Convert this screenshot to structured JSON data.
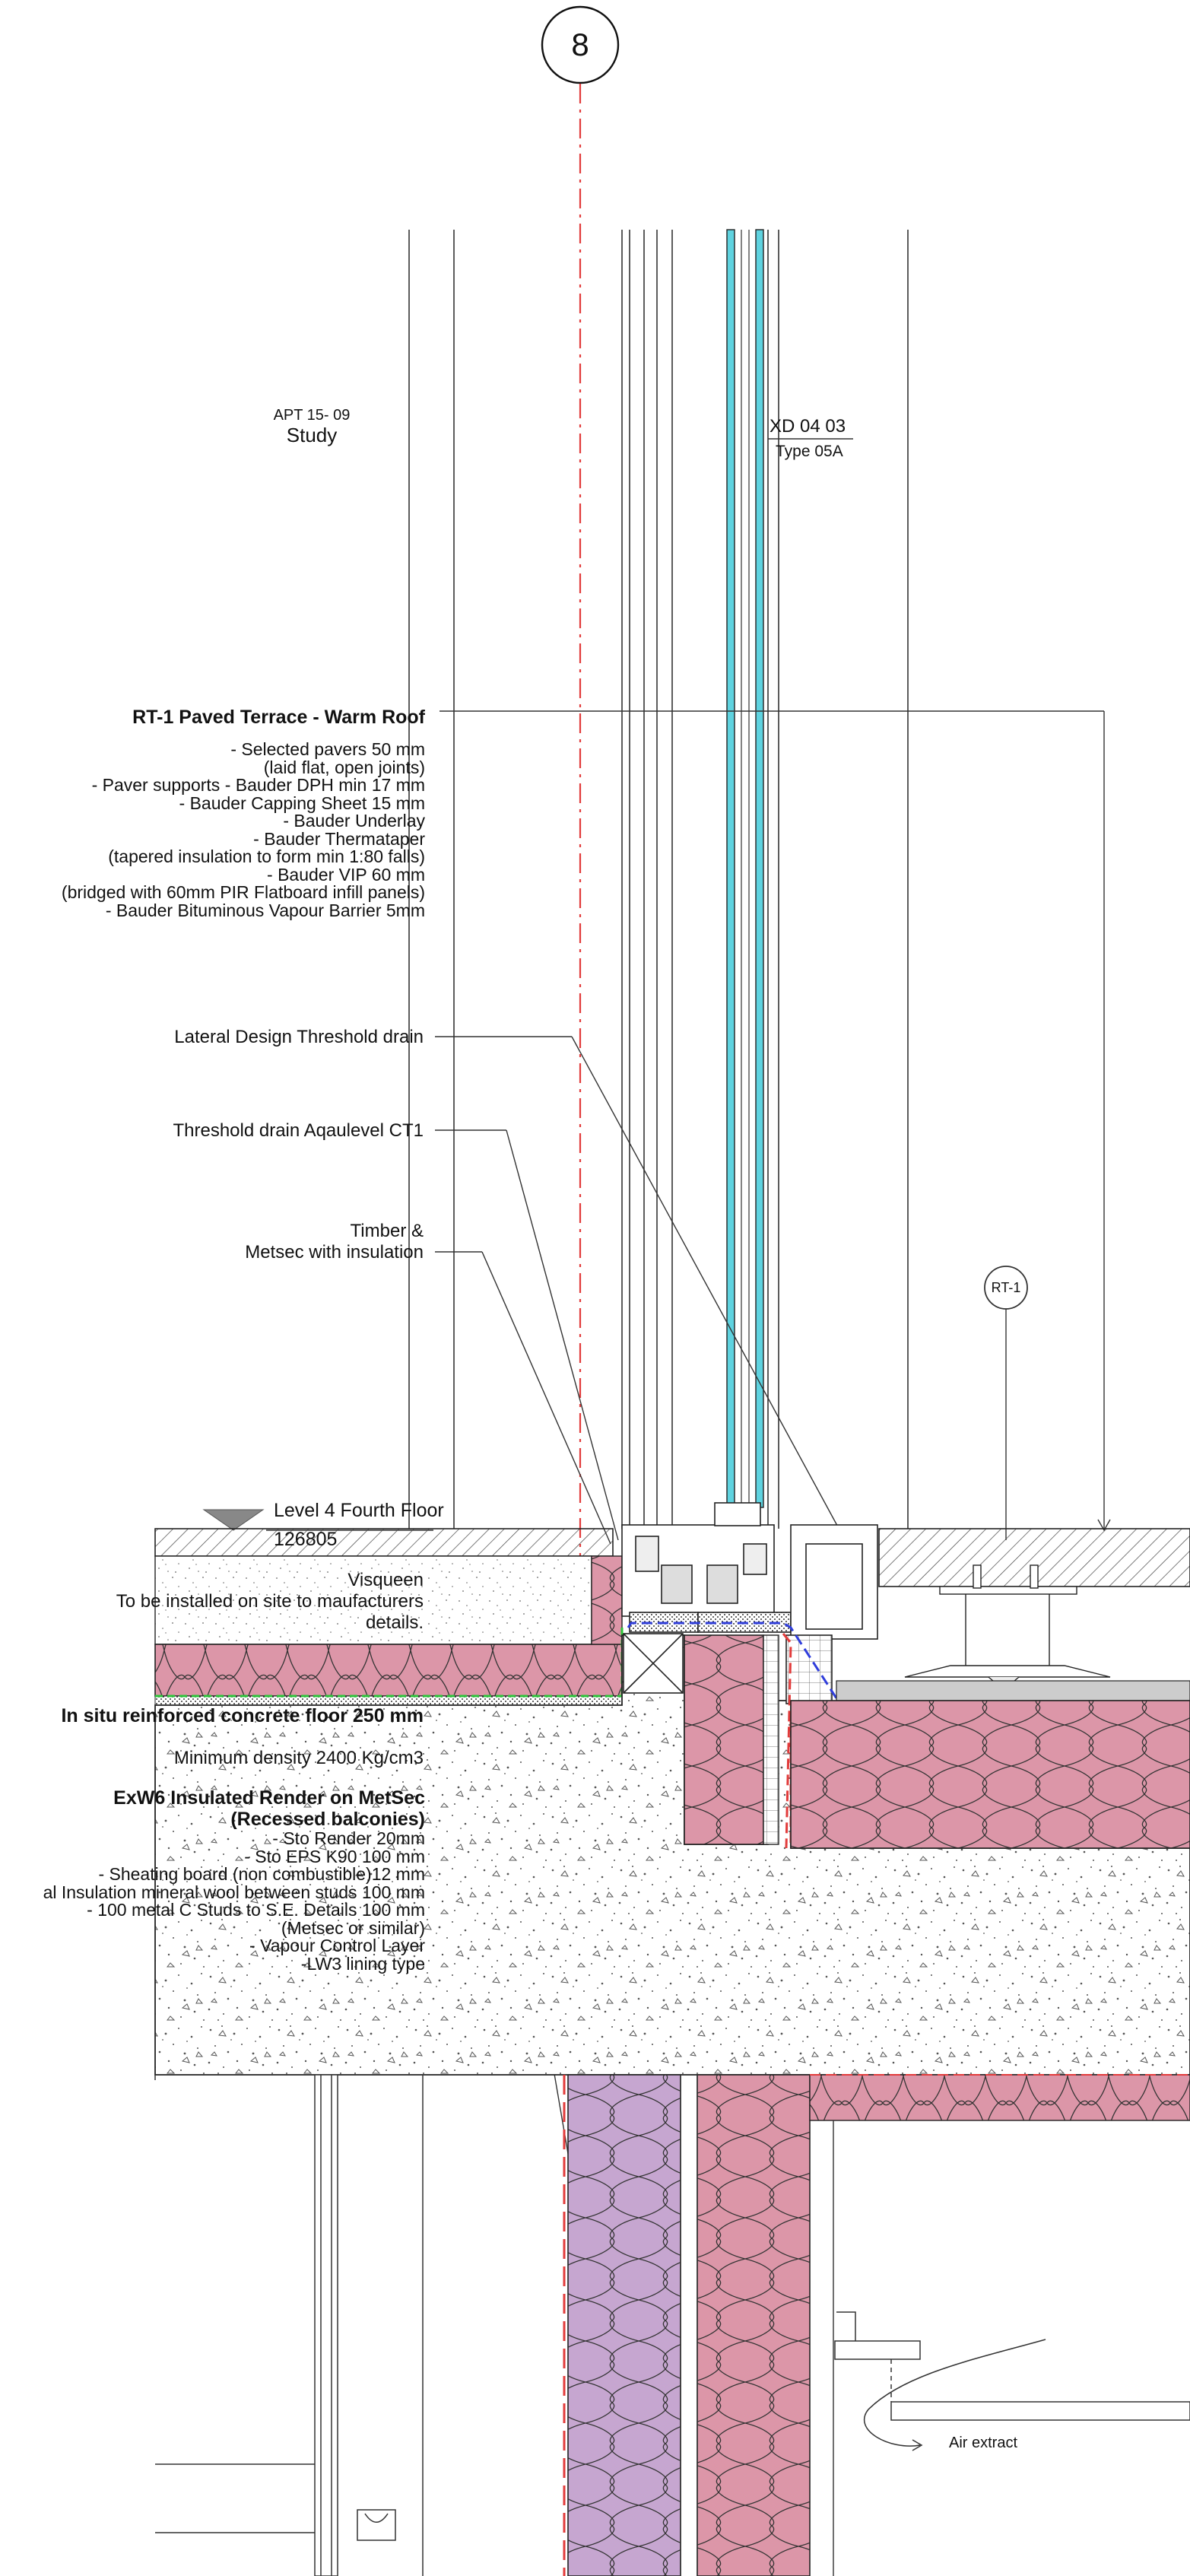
{
  "grid_marker": {
    "label": "8"
  },
  "room": {
    "ref": "APT 15- 09",
    "name": "Study"
  },
  "window_tag": {
    "ref": "XD 04 03",
    "type": "Type 05A"
  },
  "roof_tag": {
    "label": "RT-1"
  },
  "level": {
    "name": "Level 4 Fourth Floor",
    "value": "126805"
  },
  "roof_spec": {
    "title": "RT-1 Paved Terrace - Warm Roof",
    "lines": [
      "- Selected pavers 50 mm",
      "(laid flat, open joints)",
      "- Paver supports - Bauder DPH min 17 mm",
      "- Bauder Capping Sheet 15 mm",
      "- Bauder Underlay",
      "- Bauder Thermataper",
      "(tapered insulation to form min 1:80 falls)",
      "- Bauder VIP 60 mm",
      "(bridged with 60mm PIR Flatboard infill panels)",
      "- Bauder Bituminous Vapour Barrier 5mm"
    ]
  },
  "annotations": {
    "threshold_lateral": "Lateral Design Threshold drain",
    "threshold_aqua": "Threshold drain Aqaulevel CT1",
    "timber_1": "Timber &",
    "timber_2": "Metsec with insulation",
    "visqueen_1": "Visqueen",
    "visqueen_2": "To be installed on site to maufacturers",
    "visqueen_3": "details."
  },
  "floor_spec": {
    "title": "In situ reinforced concrete floor 250 mm",
    "density": "Minimum density 2400 Kg/cm3"
  },
  "wall_spec": {
    "title_1": "ExW6 Insulated Render on MetSec",
    "title_2": "(Recessed balconies)",
    "lines": [
      "- Sto Render 20mm",
      "- Sto EPS K90 100 mm",
      "- Sheating board (non combustible)12 mm",
      "al Insulation mineral wool between studs 100 mm",
      "- 100 metal C Studs to S.E. Details 100 mm",
      "(Metsec or similar)",
      "- Vapour Control Layer",
      "-LW3 lining type"
    ]
  },
  "air_extract": {
    "label": "Air extract"
  },
  "colors": {
    "insulation_pink": "#dc96a8",
    "insulation_lilac": "#c6a6d0",
    "glazing_cyan": "#5fd3e0",
    "gridline_red": "#e23b3b",
    "membrane_blue": "#2f3ddb",
    "membrane_green": "#2cc63a",
    "ink": "#111111"
  }
}
